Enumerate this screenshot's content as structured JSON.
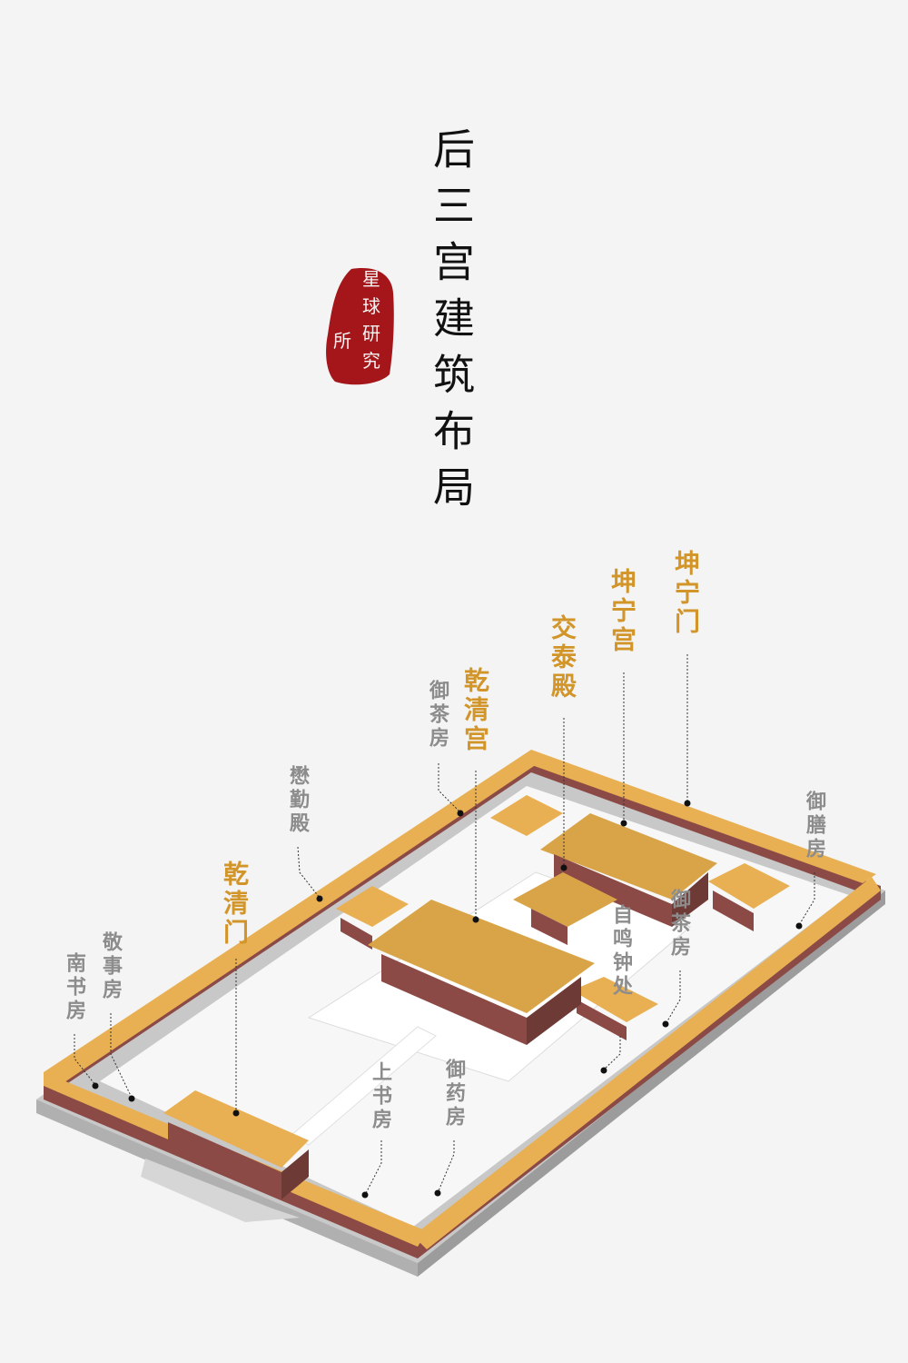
{
  "title": "后三宫建筑布局",
  "seal": {
    "text": "星球研究所",
    "color": "#a5161a"
  },
  "colors": {
    "background": "#f4f4f4",
    "roof_yellow": "#e8b052",
    "roof_dark": "#c99a45",
    "wall_red": "#8b4a45",
    "base_gray": "#c8c8c8",
    "courtyard_white": "#fafafa",
    "main_label": "#d2952a",
    "sub_label": "#8c8c8c"
  },
  "labels": {
    "main": [
      {
        "id": "kunning-gate",
        "text": "坤宁门"
      },
      {
        "id": "kunning-palace",
        "text": "坤宁宫"
      },
      {
        "id": "jiaotai-hall",
        "text": "交泰殿"
      },
      {
        "id": "qianqing-palace",
        "text": "乾清宫"
      },
      {
        "id": "qianqing-gate",
        "text": "乾清门"
      }
    ],
    "sub": [
      {
        "id": "tea-room-north",
        "text": "御茶房"
      },
      {
        "id": "maoqin-hall",
        "text": "懋勤殿"
      },
      {
        "id": "jingshi-room",
        "text": "敬事房"
      },
      {
        "id": "south-study",
        "text": "南书房"
      },
      {
        "id": "upper-study",
        "text": "上书房"
      },
      {
        "id": "medicine-room",
        "text": "御药房"
      },
      {
        "id": "clock-office",
        "text": "自鸣钟处"
      },
      {
        "id": "tea-room-east",
        "text": "御茶房"
      },
      {
        "id": "kitchen",
        "text": "御膳房"
      }
    ]
  }
}
